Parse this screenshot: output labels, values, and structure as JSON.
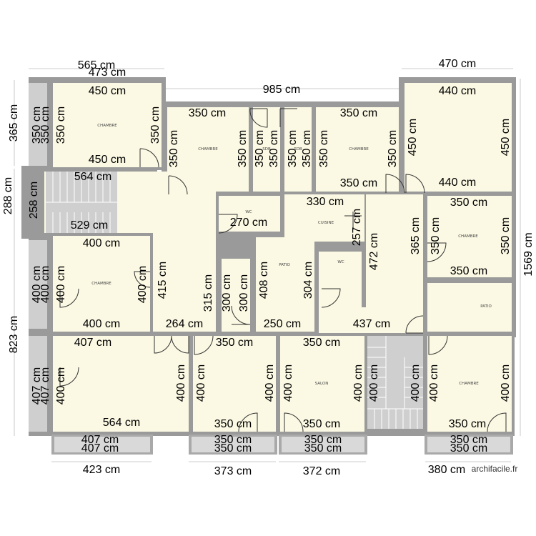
{
  "labels": {
    "room_chambre": "CHAMBRE",
    "room_wc": "WC",
    "room_cuisine": "CUISINE",
    "room_patio": "PATIO",
    "room_salon": "SALON",
    "room_sdb": "SDB"
  },
  "dims": {
    "top_565": "565 cm",
    "top_473": "473 cm",
    "top_985": "985 cm",
    "top_470": "470 cm",
    "left_365": "365 cm",
    "left_288": "288 cm",
    "left_823": "823 cm",
    "right_1569": "1569 cm",
    "c1_top": "450 cm",
    "c1_bottom": "450 cm",
    "c1_left": "350 cm",
    "c1_right": "350 cm",
    "c1_wall_a": "350 cm",
    "c1_wall_b": "350 cm",
    "c2_top": "350 cm",
    "c2_left": "350 cm",
    "c2_right": "350 cm",
    "sdb1_a": "350 cm",
    "sdb1_b": "350 cm",
    "sdb2_a": "350 cm",
    "sdb2_b": "350 cm",
    "c3_top": "350 cm",
    "c3_left": "350 cm",
    "c3_right": "350 cm",
    "c3_bottom": "350 cm",
    "c4_top": "440 cm",
    "c4_bottom": "440 cm",
    "c4_left": "450 cm",
    "c4_right": "450 cm",
    "hall_564": "564 cm",
    "hall_258": "258 cm",
    "hall_529": "529 cm",
    "wc_270": "270 cm",
    "cuisine_330": "330 cm",
    "cuisine_257": "257 cm",
    "corr_472": "472 cm",
    "c5_top": "350 cm",
    "c5_bottom": "350 cm",
    "c5_left": "365 cm",
    "c5_mid": "350 cm",
    "c5_right": "350 cm",
    "c6_top": "400 cm",
    "c6_bottom": "400 cm",
    "c6_left_a": "400 cm",
    "c6_left_b": "400 cm",
    "c6_right": "400 cm",
    "c6_415": "415 cm",
    "p_315": "315 cm",
    "p_300a": "300 cm",
    "p_300b": "300 cm",
    "patio_408": "408 cm",
    "patio_304": "304 cm",
    "row_264": "264 cm",
    "row_250": "250 cm",
    "row_437": "437 cm",
    "b1_top": "407 cm",
    "b1_left_a": "407 cm",
    "b1_left_b": "407 cm",
    "b1_left_c": "400 cm",
    "b1_right": "400 cm",
    "b1_bottom": "564 cm",
    "b2_top": "350 cm",
    "b2_left": "400 cm",
    "b2_right": "400 cm",
    "b2_bottom": "350 cm",
    "b3_top": "350 cm",
    "b3_left": "400 cm",
    "b3_right": "400 cm",
    "b3_bottom": "350 cm",
    "st_left": "400 cm",
    "st_right": "400 cm",
    "b4_left": "400 cm",
    "b4_right": "400 cm",
    "b4_bottom": "350 cm",
    "bal1_a": "407 cm",
    "bal1_b": "407 cm",
    "bal2_a": "350 cm",
    "bal2_b": "350 cm",
    "bal3_a": "350 cm",
    "bal3_b": "350 cm",
    "bal4_a": "350 cm",
    "bal4_b": "350 cm",
    "bot_423": "423 cm",
    "bot_373": "373 cm",
    "bot_372": "372 cm",
    "bot_380": "380 cm"
  },
  "credit": "archifacile.fr"
}
